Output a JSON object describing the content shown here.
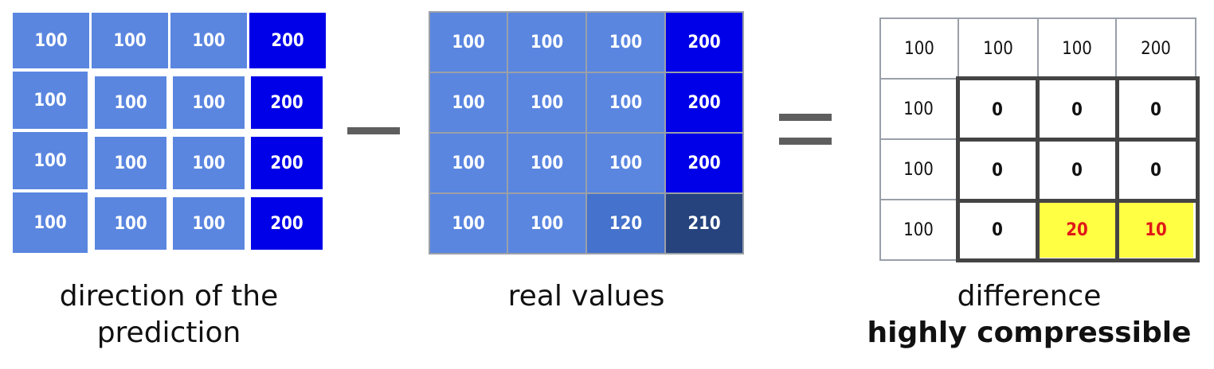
{
  "prediction_grid": [
    [
      "100",
      "100",
      "100",
      "200"
    ],
    [
      "100",
      "100",
      "100",
      "200"
    ],
    [
      "100",
      "100",
      "100",
      "200"
    ],
    [
      "100",
      "100",
      "100",
      "200"
    ]
  ],
  "real_grid": [
    [
      "100",
      "100",
      "100",
      "200"
    ],
    [
      "100",
      "100",
      "100",
      "200"
    ],
    [
      "100",
      "100",
      "100",
      "200"
    ],
    [
      "100",
      "100",
      "120",
      "210"
    ]
  ],
  "difference_grid": [
    [
      "100",
      "100",
      "100",
      "200"
    ],
    [
      "100",
      "0",
      "0",
      "0"
    ],
    [
      "100",
      "0",
      "0",
      "0"
    ],
    [
      "100",
      "0",
      "20",
      "10"
    ]
  ],
  "captions": {
    "prediction_line1": "direction of the",
    "prediction_line2": "prediction",
    "real": "real values",
    "difference": "difference",
    "difference_bold": "highly compressible"
  },
  "colors": {
    "light_blue": "#5a86e0",
    "dark_blue": "#0000e8",
    "mid_blue": "#4472cc",
    "navy": "#26437e",
    "highlight": "#ffff44",
    "highlight_text": "#e01818"
  }
}
